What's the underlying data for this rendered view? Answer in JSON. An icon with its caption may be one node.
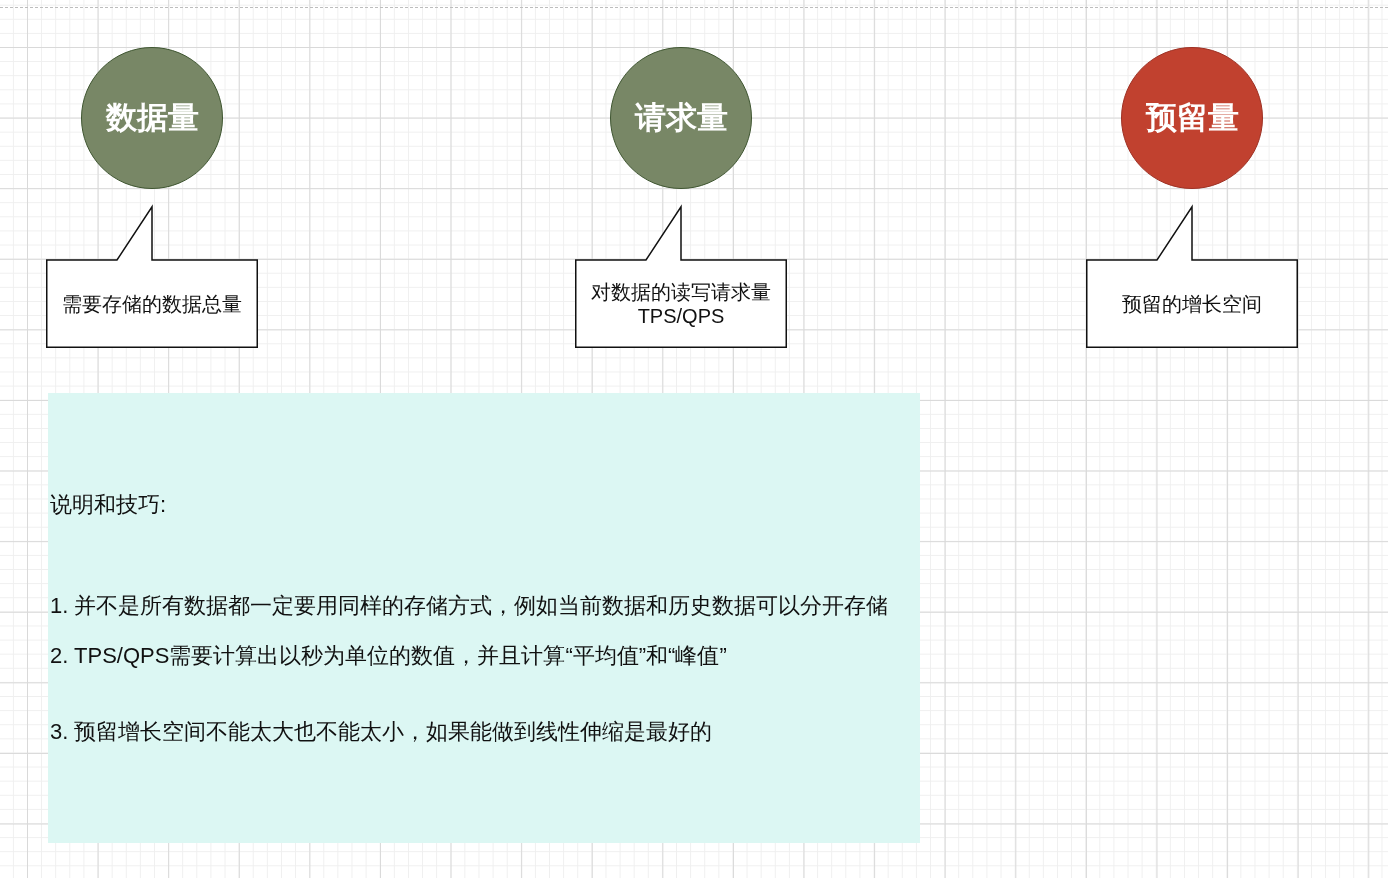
{
  "diagram": {
    "nodes": [
      {
        "text": [
          "数据量"
        ]
      },
      {
        "text": [
          "请求量"
        ]
      },
      {
        "text": [
          "预留量"
        ]
      },
      {
        "text": [
          "需要存储的数据总量"
        ]
      },
      {
        "text": [
          "对数据的读写请求量 TPS/QPS"
        ]
      },
      {
        "text": [
          "预留的增长空间"
        ]
      },
      {
        "text": [
          "说明和技巧:",
          "1. 并不是所有数据都一定要用同样的存储方式，例如当前数据和历史数据可以分开存储",
          "2. TPS/QPS需要计算出以秒为单位的数值，并且计算“平均值”和“峰值”",
          "3. 预留增长空间不能太大也不能太小，如果能做到线性伸缩是最好的"
        ]
      }
    ]
  }
}
